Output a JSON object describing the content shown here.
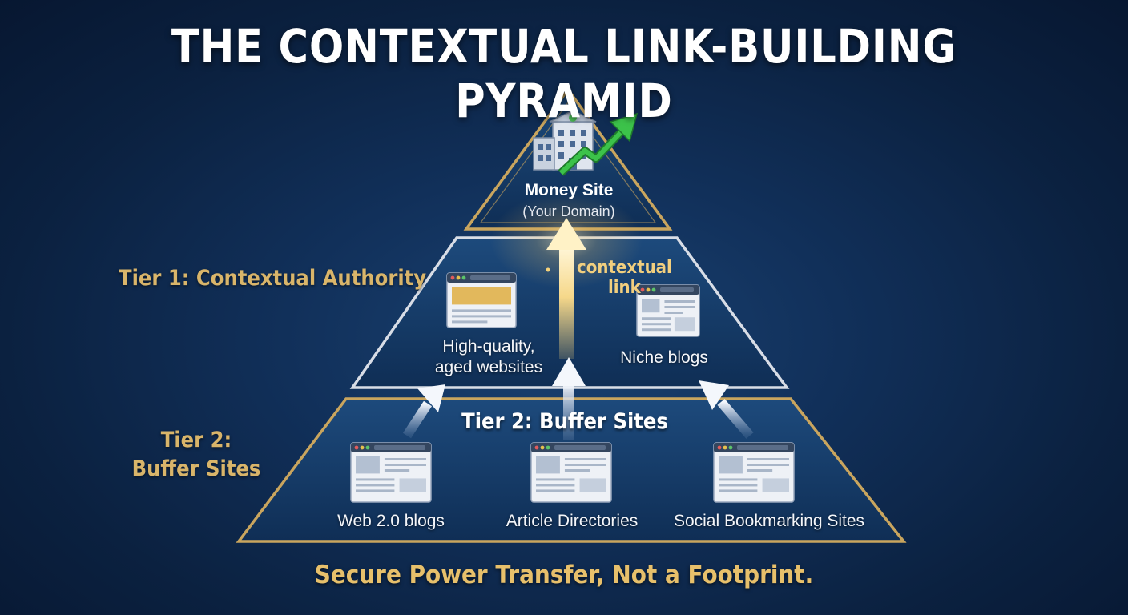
{
  "title": "THE CONTEXTUAL LINK-BUILDING PYRAMID",
  "apex": {
    "title": "Money Site",
    "subtitle": "(Your Domain)"
  },
  "tier1": {
    "side_label": "Tier 1: Contextual Authority",
    "link_label_line1": "contextual",
    "link_label_line2": "link",
    "items": [
      {
        "line1": "High-quality,",
        "line2": "aged websites"
      },
      {
        "line1": "Niche blogs"
      }
    ]
  },
  "tier2": {
    "side_label_line1": "Tier 2:",
    "side_label_line2": "Buffer Sites",
    "center_label": "Tier 2: Buffer Sites",
    "items": [
      "Web 2.0 blogs",
      "Article Directories",
      "Social Bookmarking Sites"
    ]
  },
  "tagline": "Secure Power Transfer, Not a Footprint.",
  "colors": {
    "background": "#0b2140",
    "gold": "#d9b56a",
    "growth_arrow": "#3cc24a",
    "browser_gold_banner": "#e2b85c"
  },
  "icons": [
    "building-icon",
    "growth-arrow-icon",
    "browser-window-icon",
    "link-arrow-icon"
  ]
}
